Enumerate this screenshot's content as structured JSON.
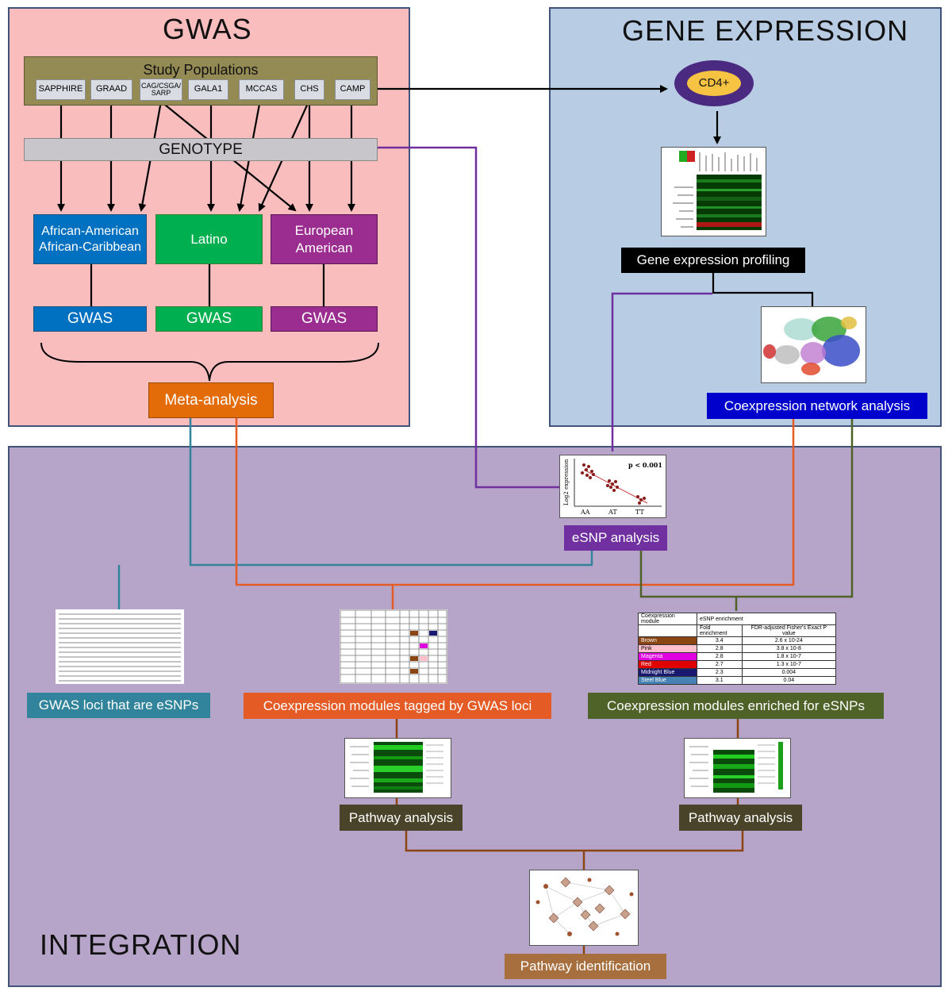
{
  "gwas": {
    "title": "GWAS",
    "study_populations_label": "Study Populations",
    "populations": [
      "SAPPHIRE",
      "GRAAD",
      "CAG/CSGA/ SARP",
      "GALA1",
      "MCCAS",
      "CHS",
      "CAMP"
    ],
    "genotype_label": "GENOTYPE",
    "groups": [
      {
        "label": "African-American African-Caribbean",
        "color": "#0070c0"
      },
      {
        "label": "Latino",
        "color": "#00b050"
      },
      {
        "label": "European American",
        "color": "#9b2d90"
      }
    ],
    "gwas_label": "GWAS",
    "meta_analysis": "Meta-analysis"
  },
  "expression": {
    "title": "GENE EXPRESSION",
    "cell_label": "CD4+",
    "profiling_label": "Gene expression profiling",
    "network_label": "Coexpression network analysis"
  },
  "integration": {
    "title": "INTEGRATION",
    "esnp": {
      "label": "eSNP analysis",
      "p_value": "p < 0.001",
      "ylabel": "Log2 expression",
      "genotypes": [
        "AA",
        "AT",
        "TT"
      ]
    },
    "gwas_esnp_label": "GWAS loci that are eSNPs",
    "tagged_label": "Coexpression modules tagged by GWAS loci",
    "enriched_label": "Coexpression modules enriched for eSNPs",
    "pathway_label": "Pathway analysis",
    "pathway_id_label": "Pathway identification",
    "enrichment_table": {
      "headers": [
        "Coexpression module",
        "eSNP enrichment",
        "Fold enrichment",
        "FDR-adjusted Fisher's Exact P value"
      ],
      "rows": [
        {
          "module": "Brown",
          "fold": "3.4",
          "p": "2.6 x 10-24",
          "color": "#8b4513"
        },
        {
          "module": "Pink",
          "fold": "2.8",
          "p": "3.8 x 10-8",
          "color": "#ffc0cb"
        },
        {
          "module": "Magenta",
          "fold": "2.8",
          "p": "1.8 x 10-7",
          "color": "#e000e0"
        },
        {
          "module": "Red",
          "fold": "2.7",
          "p": "1.3 x 10-7",
          "color": "#e00000"
        },
        {
          "module": "Midnight Blue",
          "fold": "2.3",
          "p": "0.004",
          "color": "#191970"
        },
        {
          "module": "Steel Blue",
          "fold": "3.1",
          "p": "0.04",
          "color": "#4682b4"
        }
      ]
    }
  },
  "colors": {
    "gwas_panel": "#f9bdbd",
    "expression_panel": "#b8cce4",
    "integration_panel": "#b7a4c9",
    "populations_bar": "#948a54",
    "meta": "#e36c09",
    "network": "#0000cc",
    "esnp": "#7030a0",
    "gwas_esnp": "#31849b",
    "tagged": "#e55b26",
    "enriched": "#4f6228",
    "pathway": "#494429",
    "pathway_id": "#a76f3e"
  }
}
